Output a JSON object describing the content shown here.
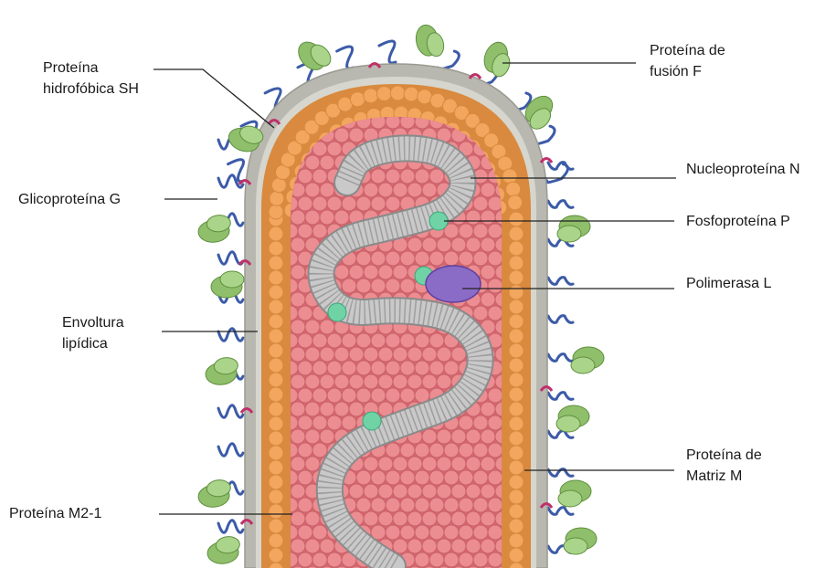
{
  "labels": {
    "sh": "Proteína\nhidrofóbica SH",
    "fusion": "Proteína de\nfusión F",
    "nucleo": "Nucleoproteína N",
    "gluco": "Glicoproteína G",
    "fosfo": "Fosfoproteína P",
    "polim": "Polimerasa L",
    "envoltura": "Envoltura\nlipídica",
    "matriz": "Proteína de\nMatriz M",
    "m21": "Proteína M2-1"
  },
  "colors": {
    "outer_membrane": "#b8b8b0",
    "membrane_highlight": "#d6d6ce",
    "matrix_bead": "#f2a65e",
    "matrix_bead_edge": "#d98a3e",
    "interior": "#d9646e",
    "interior_bead": "#ec8d92",
    "interior_bead_edge": "#c9646b",
    "nucleocapsid": "#c9c9c9",
    "nucleocapsid_edge": "#8a8a8a",
    "phosphoprotein": "#6fd3a6",
    "polymerase": "#8a6cc7",
    "glycoprotein": "#3c5ba8",
    "fusion_protein": "#8fbf6a",
    "sh_protein": "#c0306a",
    "leader_line": "#222222"
  }
}
